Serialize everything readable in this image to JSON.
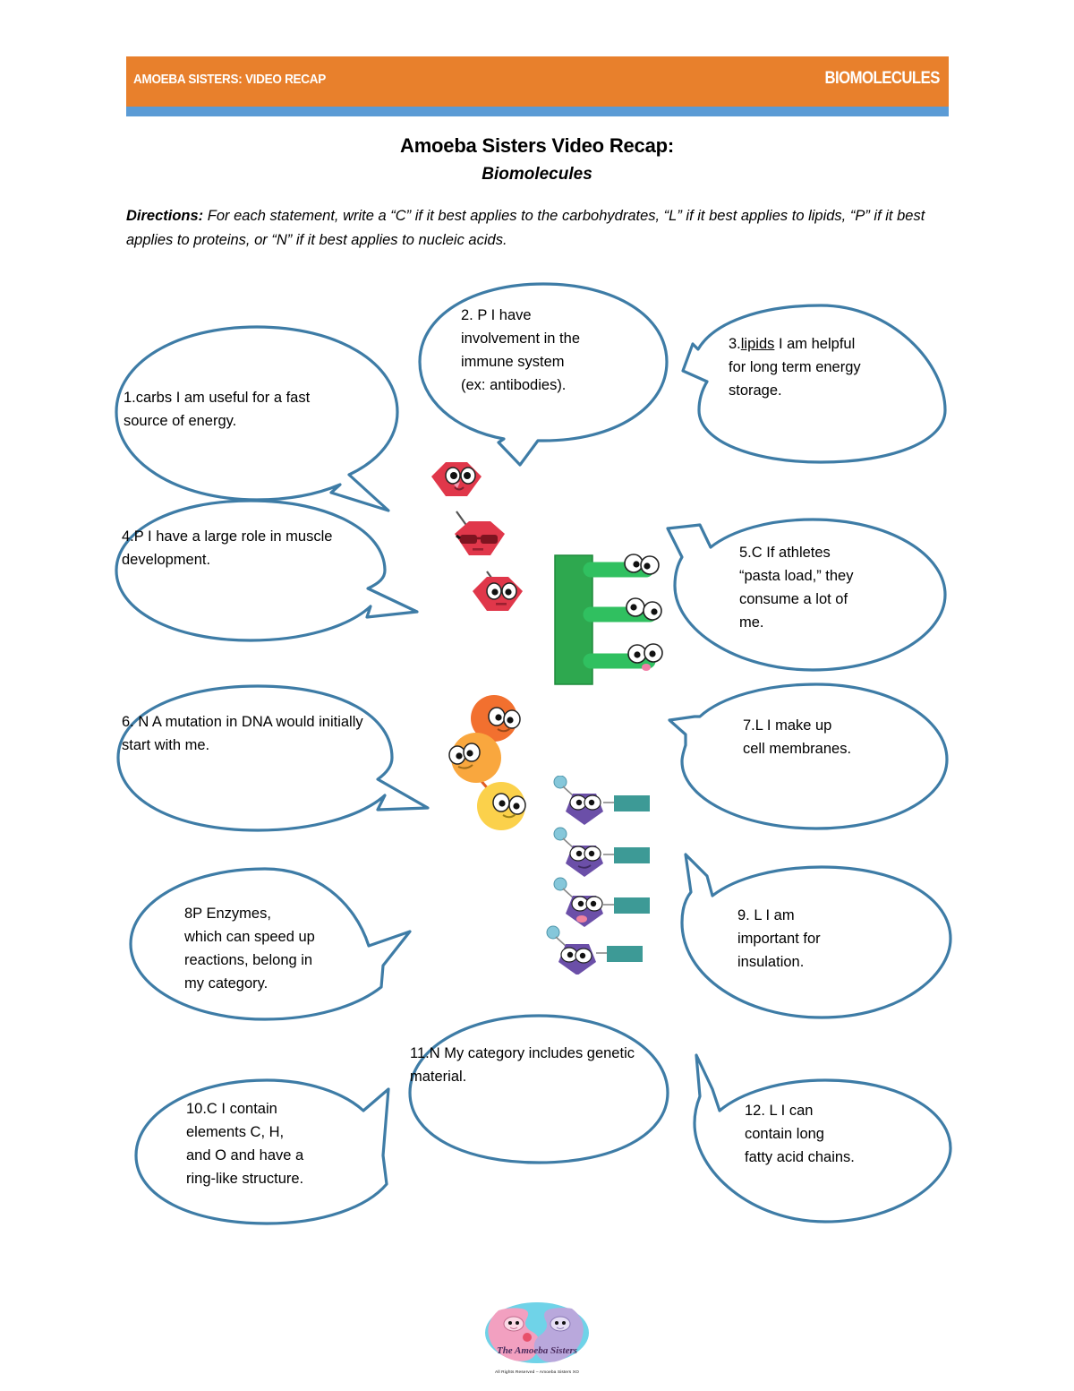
{
  "header": {
    "left_label": "AMOEBA SISTERS: VIDEO RECAP",
    "right_label": "BIOMOLECULES",
    "banner_color": "#E8802C",
    "strip_color": "#5B9BD5"
  },
  "document": {
    "title_line1": "Amoeba Sisters Video Recap:",
    "title_line2": "Biomolecules",
    "directions_label": "Directions:",
    "directions_text": " For each statement, write a “C” if it best applies to the carbohydrates, “L” if it best applies to lipids, “P” if it best applies to proteins, or “N” if it best applies to nucleic acids."
  },
  "bubbles": [
    {
      "id": 1,
      "answer": "carbs",
      "lines": [
        "1.carbs  I am useful for a fast",
        "source of energy."
      ],
      "underlined_answer": false
    },
    {
      "id": 2,
      "answer": "P",
      "lines": [
        "2. P I have",
        "involvement in the",
        "immune system",
        "(ex: antibodies)."
      ],
      "underlined_answer": false
    },
    {
      "id": 3,
      "answer": "lipids",
      "lines": [
        "3. lipids I am helpful",
        "for long term energy",
        "storage."
      ],
      "underlined_answer": true
    },
    {
      "id": 4,
      "answer": "P",
      "lines": [
        "4.P I have a large role in muscle",
        "development."
      ],
      "underlined_answer": false
    },
    {
      "id": 5,
      "answer": "C",
      "lines": [
        "5.C If athletes",
        "“pasta load,” they",
        "consume a lot of",
        "me."
      ],
      "underlined_answer": false
    },
    {
      "id": 6,
      "answer": "N",
      "lines": [
        "6. N A mutation in DNA would initially",
        "start with me."
      ],
      "underlined_answer": false
    },
    {
      "id": 7,
      "answer": "L",
      "lines": [
        "7.L  I make up",
        "cell membranes."
      ],
      "underlined_answer": false
    },
    {
      "id": 8,
      "answer": "P",
      "lines": [
        "8P Enzymes,",
        "which can speed up",
        "reactions,  belong in",
        "my category."
      ],
      "underlined_answer": false
    },
    {
      "id": 9,
      "answer": "L",
      "lines": [
        "9. L  I am",
        "important for",
        "insulation."
      ],
      "underlined_answer": false
    },
    {
      "id": 10,
      "answer": "C",
      "lines": [
        "10.C  I contain",
        "elements C, H,",
        "and O and have a",
        "ring-like structure."
      ],
      "underlined_answer": false
    },
    {
      "id": 11,
      "answer": "N",
      "lines": [
        "11.N My category includes genetic",
        "material."
      ],
      "underlined_answer": false
    },
    {
      "id": 12,
      "answer": "L",
      "lines": [
        "12. L I can",
        "contain long",
        "fatty acid chains."
      ],
      "underlined_answer": false
    }
  ],
  "figures": {
    "carbohydrate": {
      "name": "carbohydrate-hexagon-chain",
      "color": "#E03C4A",
      "count": 3
    },
    "lipid": {
      "name": "lipid-fatty-acid-tails",
      "color": "#2FAE5A",
      "count": 3
    },
    "protein": {
      "name": "protein-amino-acid-chain",
      "colors": [
        "#F26B32",
        "#F9A73E",
        "#FBD14B"
      ],
      "count": 3
    },
    "nucleic_acid": {
      "name": "nucleic-acid-nucleotides",
      "sugar_color": "#6B4FA8",
      "base_color": "#3D9A96",
      "phosphate_color": "#7FC4D8",
      "count": 4
    }
  },
  "logo": {
    "name": "amoeba-sisters-logo",
    "caption": "All Rights Reserved – Amoeba Sisters XO",
    "left_color": "#F2A0C0",
    "right_color": "#B9A8DC",
    "background_color": "#6FD3E8"
  }
}
